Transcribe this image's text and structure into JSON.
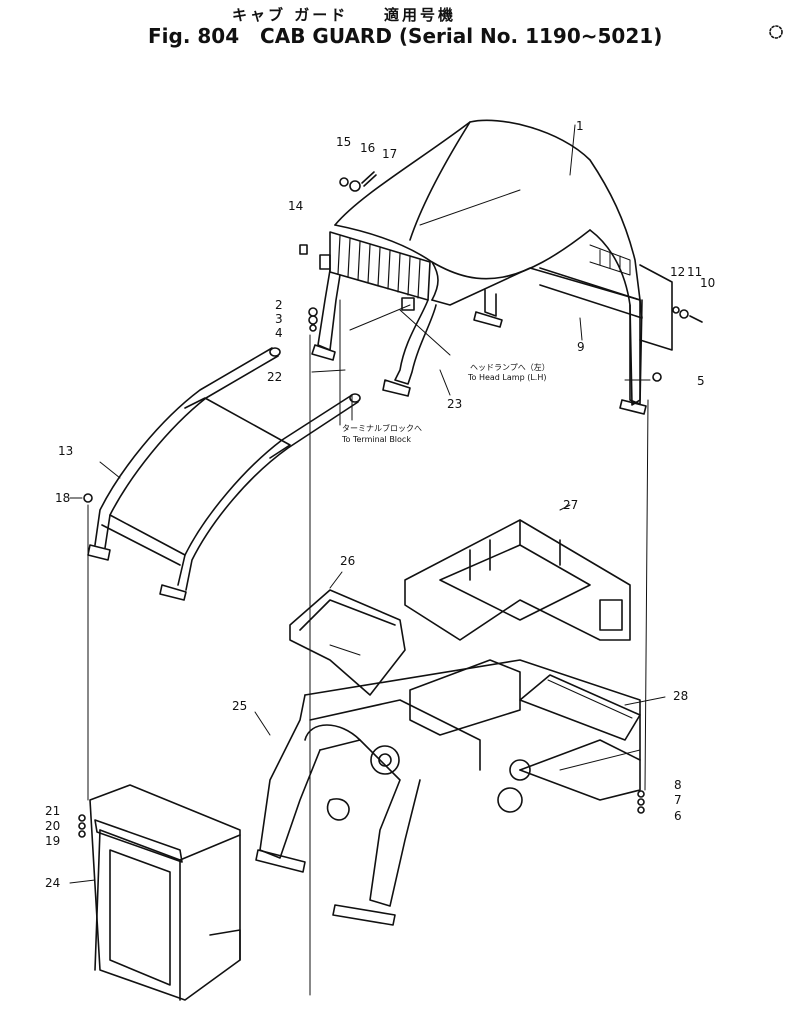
{
  "title": {
    "jp_name": "キャブ ガード",
    "jp_serial": "適用号機",
    "fig": "Fig. 804",
    "name": "CAB GUARD",
    "serial": "Serial No. 1190~5021"
  },
  "notes": {
    "head_lamp_jp": "ヘッドランプへ（左）",
    "head_lamp": "To Head Lamp (L.H)",
    "terminal_jp": "ターミナルブロックへ",
    "terminal": "To Terminal Block"
  },
  "callouts": [
    "1",
    "2",
    "3",
    "4",
    "5",
    "6",
    "7",
    "8",
    "9",
    "10",
    "11",
    "12",
    "13",
    "14",
    "15",
    "16",
    "17",
    "18",
    "19",
    "20",
    "21",
    "22",
    "23",
    "24",
    "25",
    "26",
    "27",
    "28"
  ]
}
